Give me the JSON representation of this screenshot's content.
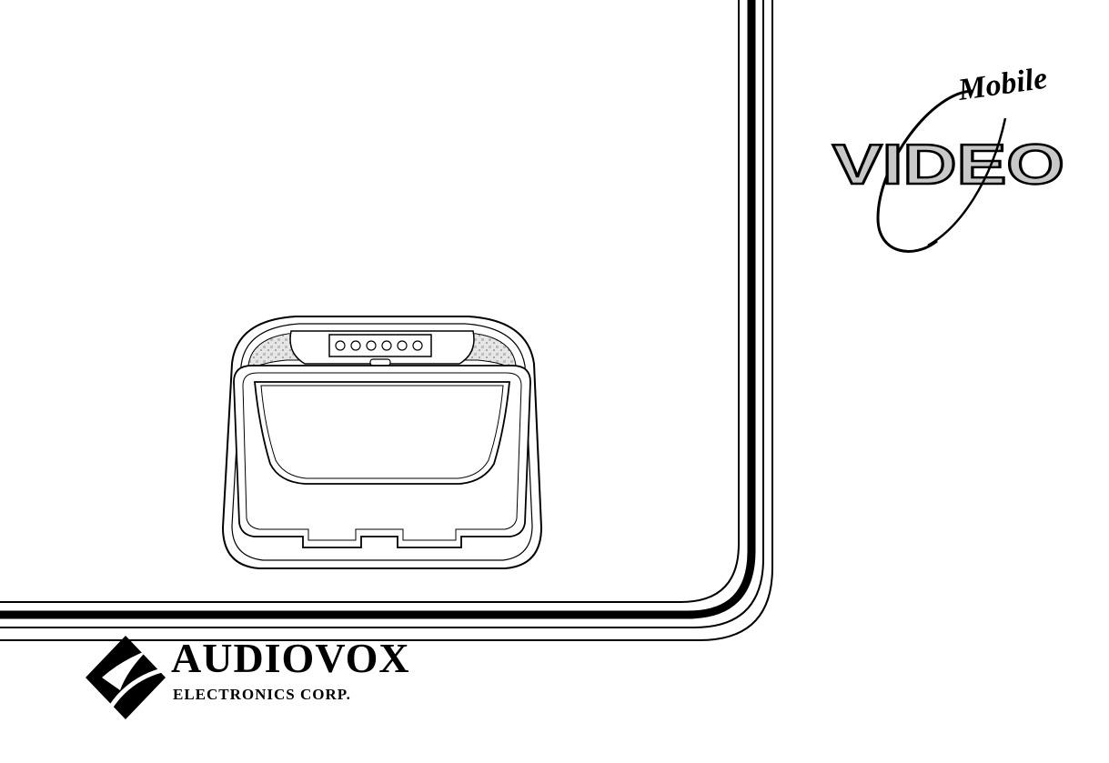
{
  "brand": {
    "name": "AUDIOVOX",
    "subtitle": "ELECTRONICS CORP."
  },
  "product_logo": {
    "script_word": "Mobile",
    "block_word": "VIDEO"
  },
  "colors": {
    "ink": "#000000",
    "paper": "#ffffff",
    "logo_fill": "#c8c8c8",
    "texture": "#d9d9d9"
  }
}
